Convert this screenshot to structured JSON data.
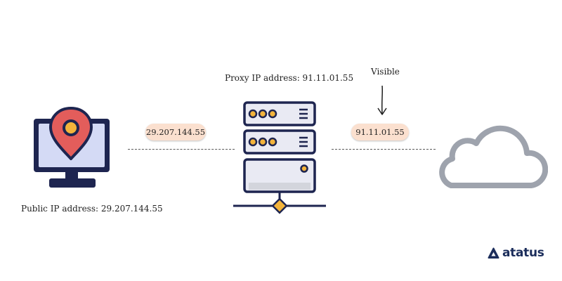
{
  "diagram": {
    "client": {
      "public_ip_label": "Public IP address: 29.207.144.55"
    },
    "proxy": {
      "proxy_ip_label": "Proxy IP address: 91.11.01.55"
    },
    "left_link": {
      "ip_badge": "29.207.144.55"
    },
    "right_link": {
      "ip_badge": "91.11.01.55",
      "annotation": "Visible"
    }
  },
  "brand": {
    "name": "atatus"
  },
  "icons": [
    "computer-monitor-icon",
    "location-pin-icon",
    "server-rack-icon",
    "network-node-icon",
    "cloud-icon",
    "down-arrow-icon",
    "atatus-logo-icon"
  ],
  "colors": {
    "outline": "#1e2550",
    "screen": "#d4daf5",
    "pin": "#e35d5b",
    "server_light": "#e9eaf3",
    "server_gray": "#d3d5dc",
    "led": "#f3b43b",
    "pill": "#fbe0cf",
    "cloud": "#9ea3ad",
    "brand": "#1b2d5b"
  }
}
